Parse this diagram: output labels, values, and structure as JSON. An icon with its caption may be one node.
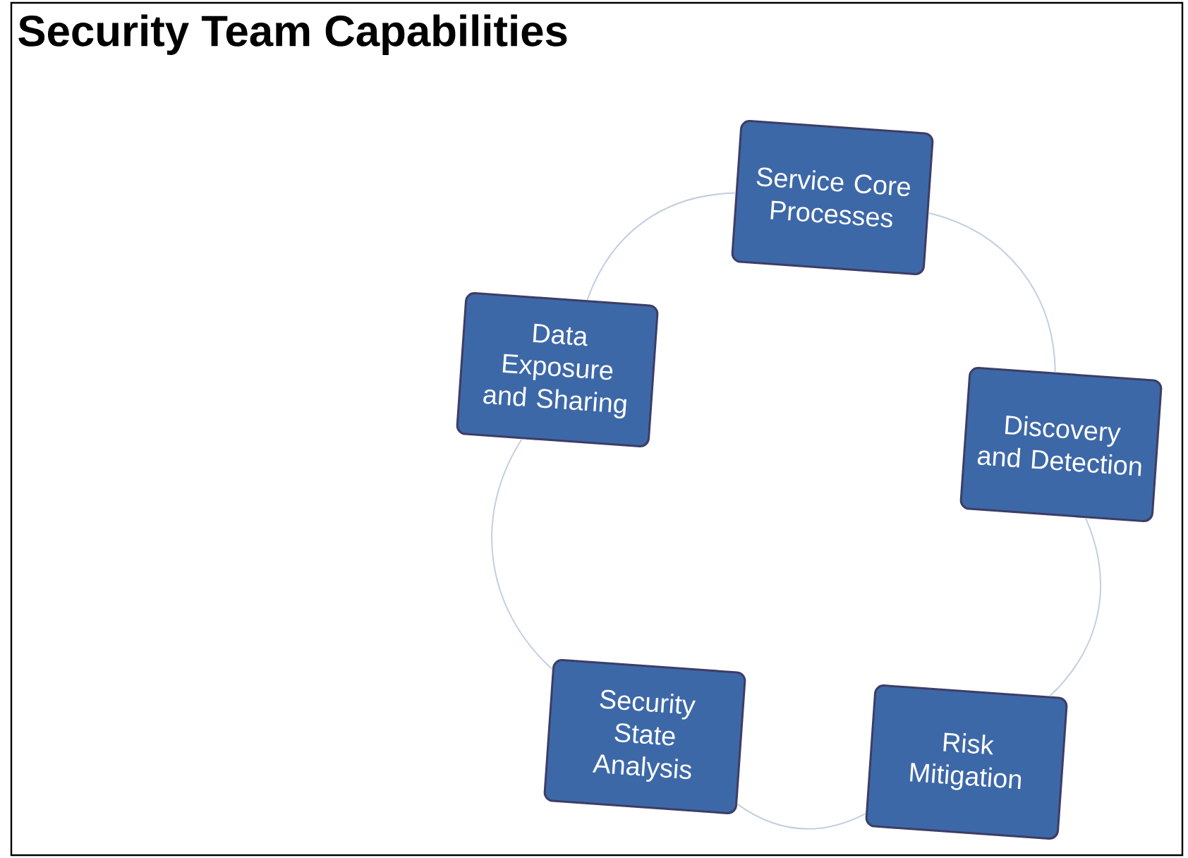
{
  "diagram": {
    "title": "Security Team Capabilities",
    "nodes": [
      {
        "text": [
          "Service Core Processes"
        ]
      },
      {
        "text": [
          "Data Exposure and Sharing"
        ]
      },
      {
        "text": [
          "Discovery and Detection"
        ]
      },
      {
        "text": [
          "Security State Analysis"
        ]
      },
      {
        "text": [
          "Risk Mitigation"
        ]
      }
    ],
    "edges": [
      {
        "from": 0,
        "to": 2,
        "arrow": "none"
      },
      {
        "from": 2,
        "to": 4,
        "arrow": "none"
      },
      {
        "from": 4,
        "to": 3,
        "arrow": "none"
      },
      {
        "from": 3,
        "to": 1,
        "arrow": "none"
      },
      {
        "from": 1,
        "to": 0,
        "arrow": "none"
      }
    ]
  }
}
